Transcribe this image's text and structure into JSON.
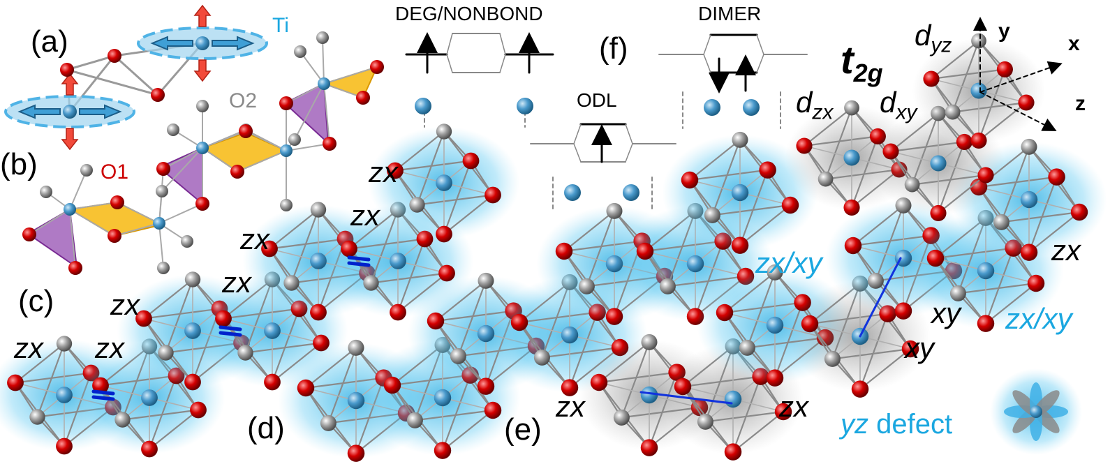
{
  "panels": {
    "a": "(a)",
    "b": "(b)",
    "c": "(c)",
    "d": "(d)",
    "e": "(e)",
    "f": "(f)"
  },
  "atoms": {
    "ti": "Ti",
    "o1": "O1",
    "o2": "O2"
  },
  "levels": {
    "deg": "DEG/NONBOND",
    "dimer": "DIMER",
    "odl": "ODL"
  },
  "t2g": {
    "t": "t",
    "sub": "2g",
    "dyz": "d",
    "dyz_sub": "yz",
    "dzx": "d",
    "dzx_sub": "zx",
    "dxy": "d",
    "dxy_sub": "xy"
  },
  "axes": {
    "x": "x",
    "y": "y",
    "z": "z"
  },
  "orbitals": {
    "zx": "zx",
    "xy": "xy",
    "zxxy": "zx/xy"
  },
  "defect": {
    "yz": "yz",
    "word": " defect"
  },
  "colors": {
    "ti": "#4a9acc",
    "o": "#d40000",
    "o2": "#9a9a9a",
    "yellow": "#f6b400",
    "purple": "#9b59b6",
    "glow": "#1aa7e0",
    "bond": "#0033cc"
  }
}
